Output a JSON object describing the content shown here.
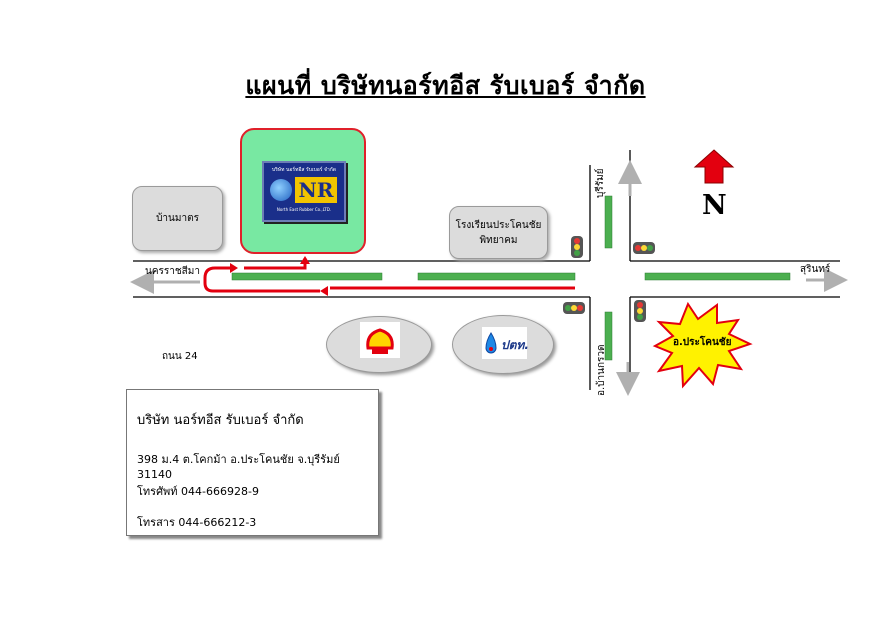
{
  "title": "แผนที่ บริษัทนอร์ทอีส รับเบอร์ จำกัด",
  "compass": {
    "letter": "N",
    "arrow_color": "#e3000f"
  },
  "landmarks": {
    "ban_ma_tor": "บ้านมาตร",
    "school_line1": "โรงเรียนประโคนชัย",
    "school_line2": "พิทยาคม",
    "district_burst": "อ.ประโคนชัย",
    "soi_24": "ถนน 24"
  },
  "company_logo": {
    "top_text": "บริษัท นอร์ทอีส รับเบอร์ จำกัด",
    "mark": "NR",
    "bottom_text": "North East Rubber Co.,LTD."
  },
  "roads": {
    "west": "นครราชสีมา",
    "east": "สุรินทร์",
    "north": "บุรีรัมย์",
    "south": "อ.บ้านกรวด"
  },
  "brands": {
    "shell": "shell-logo",
    "ptt": "ปตท."
  },
  "company_info": {
    "name": "บริษัท นอร์ทอีส รับเบอร์ จำกัด",
    "address": "398 ม.4 ต.โคกม้า อ.ประโคนชัย จ.บุรีรัมย์ 31140",
    "phone": "โทรศัพท์ 044-666928-9",
    "fax": "โทรสาร 044-666212-3"
  },
  "colors": {
    "route": "#e3000f",
    "lane_marker": "#4caf50",
    "company_zone": "#78e8a2",
    "burst": "#fff200"
  }
}
